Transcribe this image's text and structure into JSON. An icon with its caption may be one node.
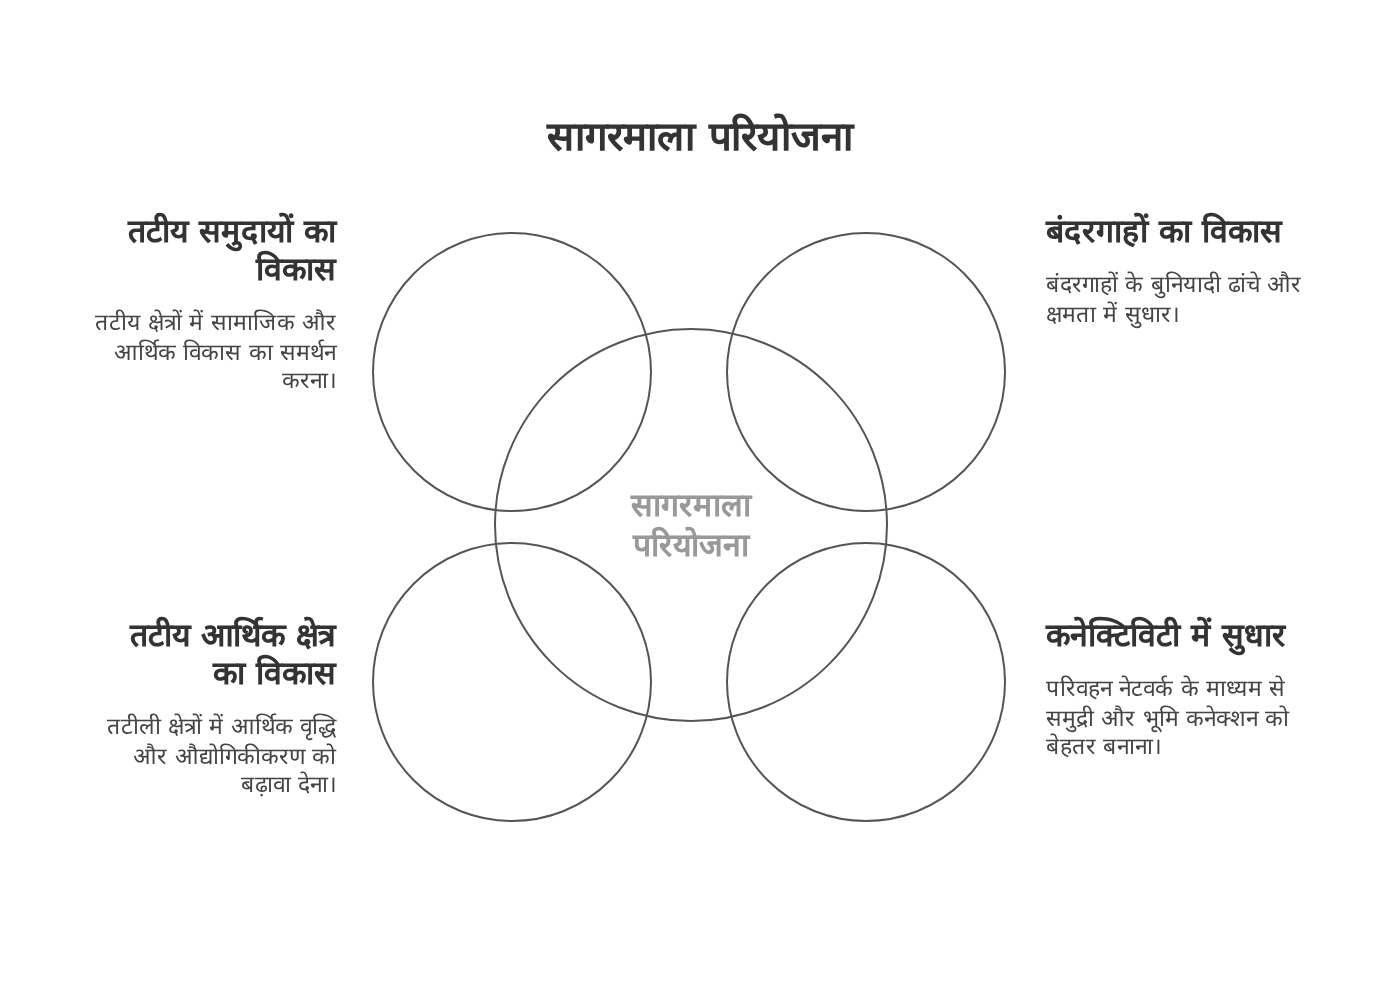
{
  "diagram": {
    "title": "सागरमाला परियोजना",
    "nodes": [
      {
        "text": [
          "तटीय समुदायों का विकास",
          "तटीय क्षेत्रों में सामाजिक और आर्थिक विकास का समर्थन करना।"
        ]
      },
      {
        "text": [],
        "shape": "circle"
      },
      {
        "text": [],
        "shape": "circle"
      },
      {
        "text": [
          "बंदरगाहों का विकास",
          "बंदरगाहों के बुनियादी ढांचे और क्षमता में सुधार।"
        ]
      },
      {
        "text": [
          "सागरमाला परियोजना"
        ]
      },
      {
        "text": [
          "तटीय आर्थिक क्षेत्र का विकास",
          "तटीली क्षेत्रों में आर्थिक वृद्धि और औद्योगिकीकरण को बढ़ावा देना।"
        ]
      },
      {
        "text": [],
        "shape": "circle"
      },
      {
        "text": [],
        "shape": "circle"
      },
      {
        "text": [
          "कनेक्टिविटी में सुधार",
          "परिवहन नेटवर्क के माध्यम से समुद्री और भूमि कनेक्शन को बेहतर बनाना।"
        ]
      }
    ]
  }
}
